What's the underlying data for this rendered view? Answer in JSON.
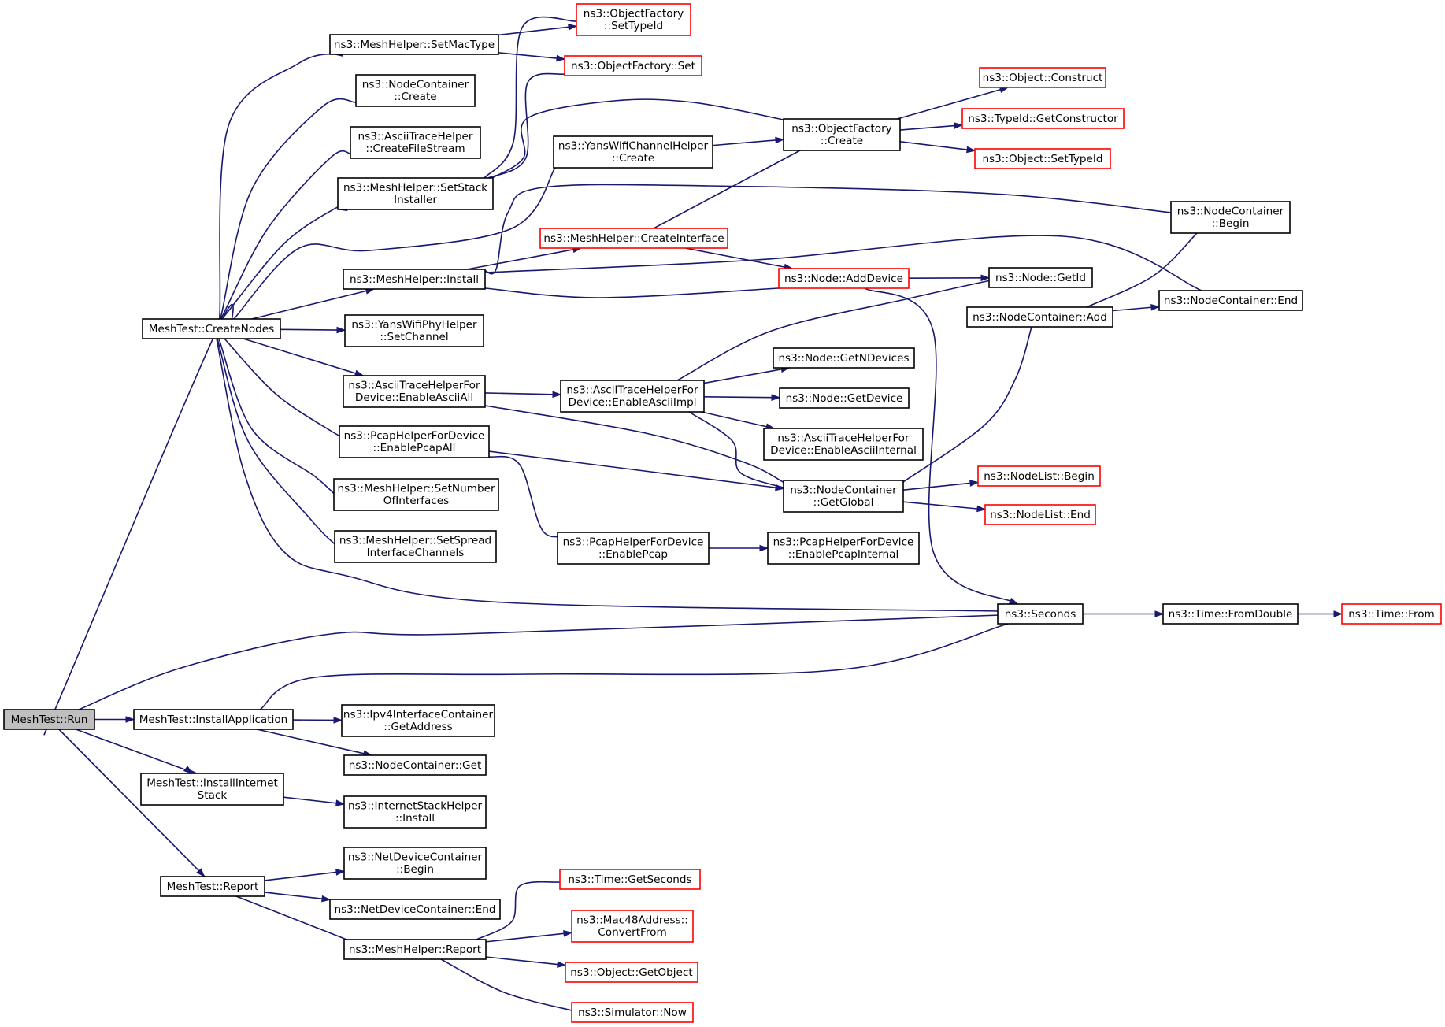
{
  "nodes": [
    {
      "id": "run",
      "lines": [
        "MeshTest::Run"
      ],
      "style": "root"
    },
    {
      "id": "createnodes",
      "lines": [
        "MeshTest::CreateNodes"
      ],
      "style": "normal"
    },
    {
      "id": "installapp",
      "lines": [
        "MeshTest::InstallApplication"
      ],
      "style": "normal"
    },
    {
      "id": "installinet",
      "lines": [
        "MeshTest::InstallInternet",
        "Stack"
      ],
      "style": "normal"
    },
    {
      "id": "report",
      "lines": [
        "MeshTest::Report"
      ],
      "style": "normal"
    },
    {
      "id": "setmactype",
      "lines": [
        "ns3::MeshHelper::SetMacType"
      ],
      "style": "normal"
    },
    {
      "id": "nc_create",
      "lines": [
        "ns3::NodeContainer",
        "::Create"
      ],
      "style": "normal"
    },
    {
      "id": "ascii_cfs",
      "lines": [
        "ns3::AsciiTraceHelper",
        "::CreateFileStream"
      ],
      "style": "normal"
    },
    {
      "id": "setstack",
      "lines": [
        "ns3::MeshHelper::SetStack",
        "Installer"
      ],
      "style": "normal"
    },
    {
      "id": "mh_install",
      "lines": [
        "ns3::MeshHelper::Install"
      ],
      "style": "normal"
    },
    {
      "id": "yansphy_setch",
      "lines": [
        "ns3::YansWifiPhyHelper",
        "::SetChannel"
      ],
      "style": "normal"
    },
    {
      "id": "enableasciiall",
      "lines": [
        "ns3::AsciiTraceHelperFor",
        "Device::EnableAsciiAll"
      ],
      "style": "normal"
    },
    {
      "id": "enablepcapall",
      "lines": [
        "ns3::PcapHelperForDevice",
        "::EnablePcapAll"
      ],
      "style": "normal"
    },
    {
      "id": "setnumif",
      "lines": [
        "ns3::MeshHelper::SetNumber",
        "OfInterfaces"
      ],
      "style": "normal"
    },
    {
      "id": "setspread",
      "lines": [
        "ns3::MeshHelper::SetSpread",
        "InterfaceChannels"
      ],
      "style": "normal"
    },
    {
      "id": "of_settypeid",
      "lines": [
        "ns3::ObjectFactory",
        "::SetTypeId"
      ],
      "style": "red"
    },
    {
      "id": "of_set",
      "lines": [
        "ns3::ObjectFactory::Set"
      ],
      "style": "red"
    },
    {
      "id": "yanschan_create",
      "lines": [
        "ns3::YansWifiChannelHelper",
        "::Create"
      ],
      "style": "normal"
    },
    {
      "id": "createinterface",
      "lines": [
        "ns3::MeshHelper::CreateInterface"
      ],
      "style": "red"
    },
    {
      "id": "enableasciiimpl",
      "lines": [
        "ns3::AsciiTraceHelperFor",
        "Device::EnableAsciiImpl"
      ],
      "style": "normal"
    },
    {
      "id": "enablepcap",
      "lines": [
        "ns3::PcapHelperForDevice",
        "::EnablePcap"
      ],
      "style": "normal"
    },
    {
      "id": "of_create",
      "lines": [
        "ns3::ObjectFactory",
        "::Create"
      ],
      "style": "normal"
    },
    {
      "id": "adddevice",
      "lines": [
        "ns3::Node::AddDevice"
      ],
      "style": "red"
    },
    {
      "id": "getndevices",
      "lines": [
        "ns3::Node::GetNDevices"
      ],
      "style": "normal"
    },
    {
      "id": "getdevice",
      "lines": [
        "ns3::Node::GetDevice"
      ],
      "style": "normal"
    },
    {
      "id": "enableasciiint",
      "lines": [
        "ns3::AsciiTraceHelperFor",
        "Device::EnableAsciiInternal"
      ],
      "style": "normal"
    },
    {
      "id": "nc_getglobal",
      "lines": [
        "ns3::NodeContainer",
        "::GetGlobal"
      ],
      "style": "normal"
    },
    {
      "id": "enablepcapint",
      "lines": [
        "ns3::PcapHelperForDevice",
        "::EnablePcapInternal"
      ],
      "style": "normal"
    },
    {
      "id": "obj_construct",
      "lines": [
        "ns3::Object::Construct"
      ],
      "style": "red"
    },
    {
      "id": "tid_getctor",
      "lines": [
        "ns3::TypeId::GetConstructor"
      ],
      "style": "red"
    },
    {
      "id": "obj_settypeid",
      "lines": [
        "ns3::Object::SetTypeId"
      ],
      "style": "red"
    },
    {
      "id": "nc_add",
      "lines": [
        "ns3::NodeContainer::Add"
      ],
      "style": "normal"
    },
    {
      "id": "nodelist_begin",
      "lines": [
        "ns3::NodeList::Begin"
      ],
      "style": "red"
    },
    {
      "id": "nodelist_end",
      "lines": [
        "ns3::NodeList::End"
      ],
      "style": "red"
    },
    {
      "id": "node_getid",
      "lines": [
        "ns3::Node::GetId"
      ],
      "style": "normal"
    },
    {
      "id": "nc_begin",
      "lines": [
        "ns3::NodeContainer",
        "::Begin"
      ],
      "style": "normal"
    },
    {
      "id": "nc_end",
      "lines": [
        "ns3::NodeContainer::End"
      ],
      "style": "normal"
    },
    {
      "id": "seconds",
      "lines": [
        "ns3::Seconds"
      ],
      "style": "normal"
    },
    {
      "id": "time_fromdouble",
      "lines": [
        "ns3::Time::FromDouble"
      ],
      "style": "normal"
    },
    {
      "id": "time_from",
      "lines": [
        "ns3::Time::From"
      ],
      "style": "red"
    },
    {
      "id": "ipv4_getaddr",
      "lines": [
        "ns3::Ipv4InterfaceContainer",
        "::GetAddress"
      ],
      "style": "normal"
    },
    {
      "id": "nc_get",
      "lines": [
        "ns3::NodeContainer::Get"
      ],
      "style": "normal"
    },
    {
      "id": "ish_install",
      "lines": [
        "ns3::InternetStackHelper",
        "::Install"
      ],
      "style": "normal"
    },
    {
      "id": "ndc_begin",
      "lines": [
        "ns3::NetDeviceContainer",
        "::Begin"
      ],
      "style": "normal"
    },
    {
      "id": "ndc_end",
      "lines": [
        "ns3::NetDeviceContainer::End"
      ],
      "style": "normal"
    },
    {
      "id": "mh_report",
      "lines": [
        "ns3::MeshHelper::Report"
      ],
      "style": "normal"
    },
    {
      "id": "time_getseconds",
      "lines": [
        "ns3::Time::GetSeconds"
      ],
      "style": "red"
    },
    {
      "id": "mac48_convert",
      "lines": [
        "ns3::Mac48Address::",
        "ConvertFrom"
      ],
      "style": "red"
    },
    {
      "id": "obj_getobject",
      "lines": [
        "ns3::Object::GetObject"
      ],
      "style": "red"
    },
    {
      "id": "sim_now",
      "lines": [
        "ns3::Simulator::Now"
      ],
      "style": "red"
    }
  ],
  "edges": [
    [
      "run",
      "createnodes"
    ],
    [
      "run",
      "installapp"
    ],
    [
      "run",
      "installinet"
    ],
    [
      "run",
      "report"
    ],
    [
      "run",
      "seconds"
    ],
    [
      "createnodes",
      "setmactype"
    ],
    [
      "createnodes",
      "nc_create"
    ],
    [
      "createnodes",
      "ascii_cfs"
    ],
    [
      "createnodes",
      "setstack"
    ],
    [
      "createnodes",
      "yanschan_create"
    ],
    [
      "createnodes",
      "mh_install"
    ],
    [
      "createnodes",
      "yansphy_setch"
    ],
    [
      "createnodes",
      "enableasciiall"
    ],
    [
      "createnodes",
      "enablepcapall"
    ],
    [
      "createnodes",
      "setnumif"
    ],
    [
      "createnodes",
      "setspread"
    ],
    [
      "createnodes",
      "seconds"
    ],
    [
      "setmactype",
      "of_settypeid"
    ],
    [
      "setmactype",
      "of_set"
    ],
    [
      "setstack",
      "of_settypeid"
    ],
    [
      "setstack",
      "of_set"
    ],
    [
      "setstack",
      "of_create"
    ],
    [
      "yanschan_create",
      "of_create"
    ],
    [
      "mh_install",
      "createinterface"
    ],
    [
      "mh_install",
      "nc_begin"
    ],
    [
      "mh_install",
      "nc_end"
    ],
    [
      "mh_install",
      "adddevice"
    ],
    [
      "createinterface",
      "of_create"
    ],
    [
      "createinterface",
      "adddevice"
    ],
    [
      "of_create",
      "obj_construct"
    ],
    [
      "of_create",
      "tid_getctor"
    ],
    [
      "of_create",
      "obj_settypeid"
    ],
    [
      "adddevice",
      "node_getid"
    ],
    [
      "adddevice",
      "seconds"
    ],
    [
      "enableasciiall",
      "enableasciiimpl"
    ],
    [
      "enableasciiall",
      "nc_getglobal"
    ],
    [
      "enableasciiimpl",
      "node_getid"
    ],
    [
      "enableasciiimpl",
      "getndevices"
    ],
    [
      "enableasciiimpl",
      "getdevice"
    ],
    [
      "enableasciiimpl",
      "enableasciiint"
    ],
    [
      "enableasciiimpl",
      "nc_getglobal"
    ],
    [
      "enablepcapall",
      "nc_getglobal"
    ],
    [
      "enablepcapall",
      "enablepcap"
    ],
    [
      "enablepcap",
      "enablepcapint"
    ],
    [
      "nc_getglobal",
      "nc_add"
    ],
    [
      "nc_getglobal",
      "nodelist_begin"
    ],
    [
      "nc_getglobal",
      "nodelist_end"
    ],
    [
      "nc_add",
      "nc_begin"
    ],
    [
      "nc_add",
      "nc_end"
    ],
    [
      "seconds",
      "time_fromdouble"
    ],
    [
      "time_fromdouble",
      "time_from"
    ],
    [
      "installapp",
      "ipv4_getaddr"
    ],
    [
      "installapp",
      "nc_get"
    ],
    [
      "installapp",
      "seconds"
    ],
    [
      "installinet",
      "ish_install"
    ],
    [
      "report",
      "ndc_begin"
    ],
    [
      "report",
      "ndc_end"
    ],
    [
      "report",
      "mh_report"
    ],
    [
      "mh_report",
      "time_getseconds"
    ],
    [
      "mh_report",
      "mac48_convert"
    ],
    [
      "mh_report",
      "obj_getobject"
    ],
    [
      "mh_report",
      "sim_now"
    ]
  ],
  "colors": {
    "edge": "#191970",
    "external_border": "#ff0000",
    "root_fill": "#bfbfbf"
  }
}
